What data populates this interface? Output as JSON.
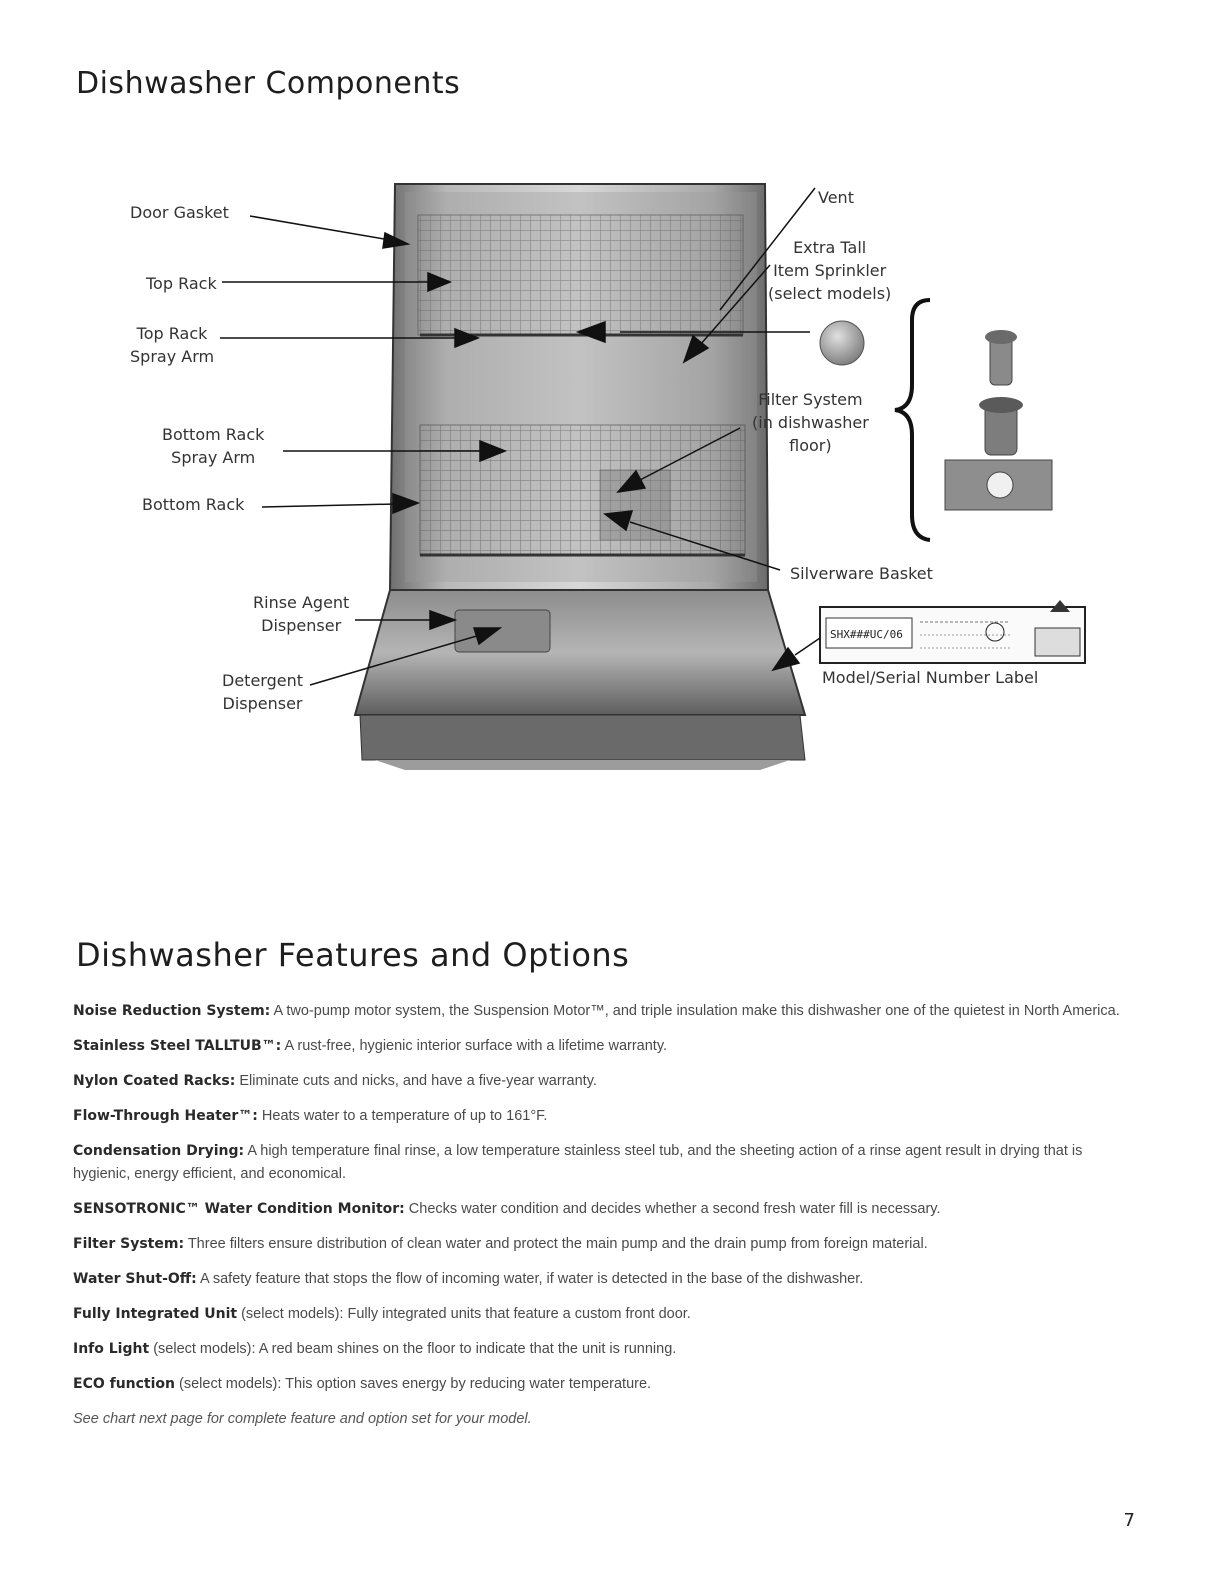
{
  "components": {
    "title": "Dishwasher Components",
    "labels": {
      "door_gasket": "Door Gasket",
      "top_rack": "Top Rack",
      "top_rack_spray_arm": [
        "Top Rack",
        "Spray Arm"
      ],
      "bottom_rack_spray_arm": [
        "Bottom Rack",
        "Spray Arm"
      ],
      "bottom_rack": "Bottom Rack",
      "rinse_agent_dispenser": [
        "Rinse Agent",
        "Dispenser"
      ],
      "detergent_dispenser": [
        "Detergent",
        "Dispenser"
      ],
      "vent": "Vent",
      "extra_tall_sprinkler": [
        "Extra Tall",
        "Item Sprinkler",
        "(select models)"
      ],
      "filter_system": [
        "Filter System",
        "(in dishwasher",
        "floor)"
      ],
      "silverware_basket": "Silverware Basket",
      "model_serial_label": "Model/Serial Number Label",
      "serial_sticker_text": "SHX###UC/06"
    }
  },
  "features": {
    "title": "Dishwasher Features and Options",
    "items": [
      {
        "term": "Noise Reduction System:",
        "text": " A two-pump motor system, the Suspension Motor™, and triple insulation make this dishwasher one of the quietest in North America."
      },
      {
        "term": "Stainless Steel TALLTUB™:",
        "text": " A rust-free, hygienic interior surface with a lifetime warranty."
      },
      {
        "term": "Nylon Coated Racks:",
        "text": " Eliminate cuts and nicks, and have a five-year warranty."
      },
      {
        "term": "Flow-Through Heater™:",
        "text": " Heats water to a temperature of up to 161°F."
      },
      {
        "term": "Condensation Drying:",
        "text": " A high temperature final rinse, a low temperature stainless steel tub, and the sheeting action of a rinse agent result in drying that is hygienic, energy efficient, and economical."
      },
      {
        "term": "SENSOTRONIC™ Water Condition Monitor:",
        "text": " Checks water condition and decides whether a second fresh water fill is necessary."
      },
      {
        "term": "Filter System:",
        "text": " Three filters ensure distribution of clean water and protect the main pump and the drain pump from foreign material."
      },
      {
        "term": "Water Shut-Off:",
        "text": " A safety feature that stops the flow of incoming water, if water is detected in the base of the dishwasher."
      },
      {
        "term": "Fully Integrated Unit",
        "text": " (select models): Fully integrated units that feature a custom front door."
      },
      {
        "term": "Info Light",
        "text": " (select models): A red beam shines on the floor to indicate that the unit is running."
      },
      {
        "term": "ECO function",
        "text": " (select models): This option saves energy by reducing water temperature."
      }
    ],
    "note": "See chart next page for complete feature and option set for your model."
  },
  "page_number": "7"
}
